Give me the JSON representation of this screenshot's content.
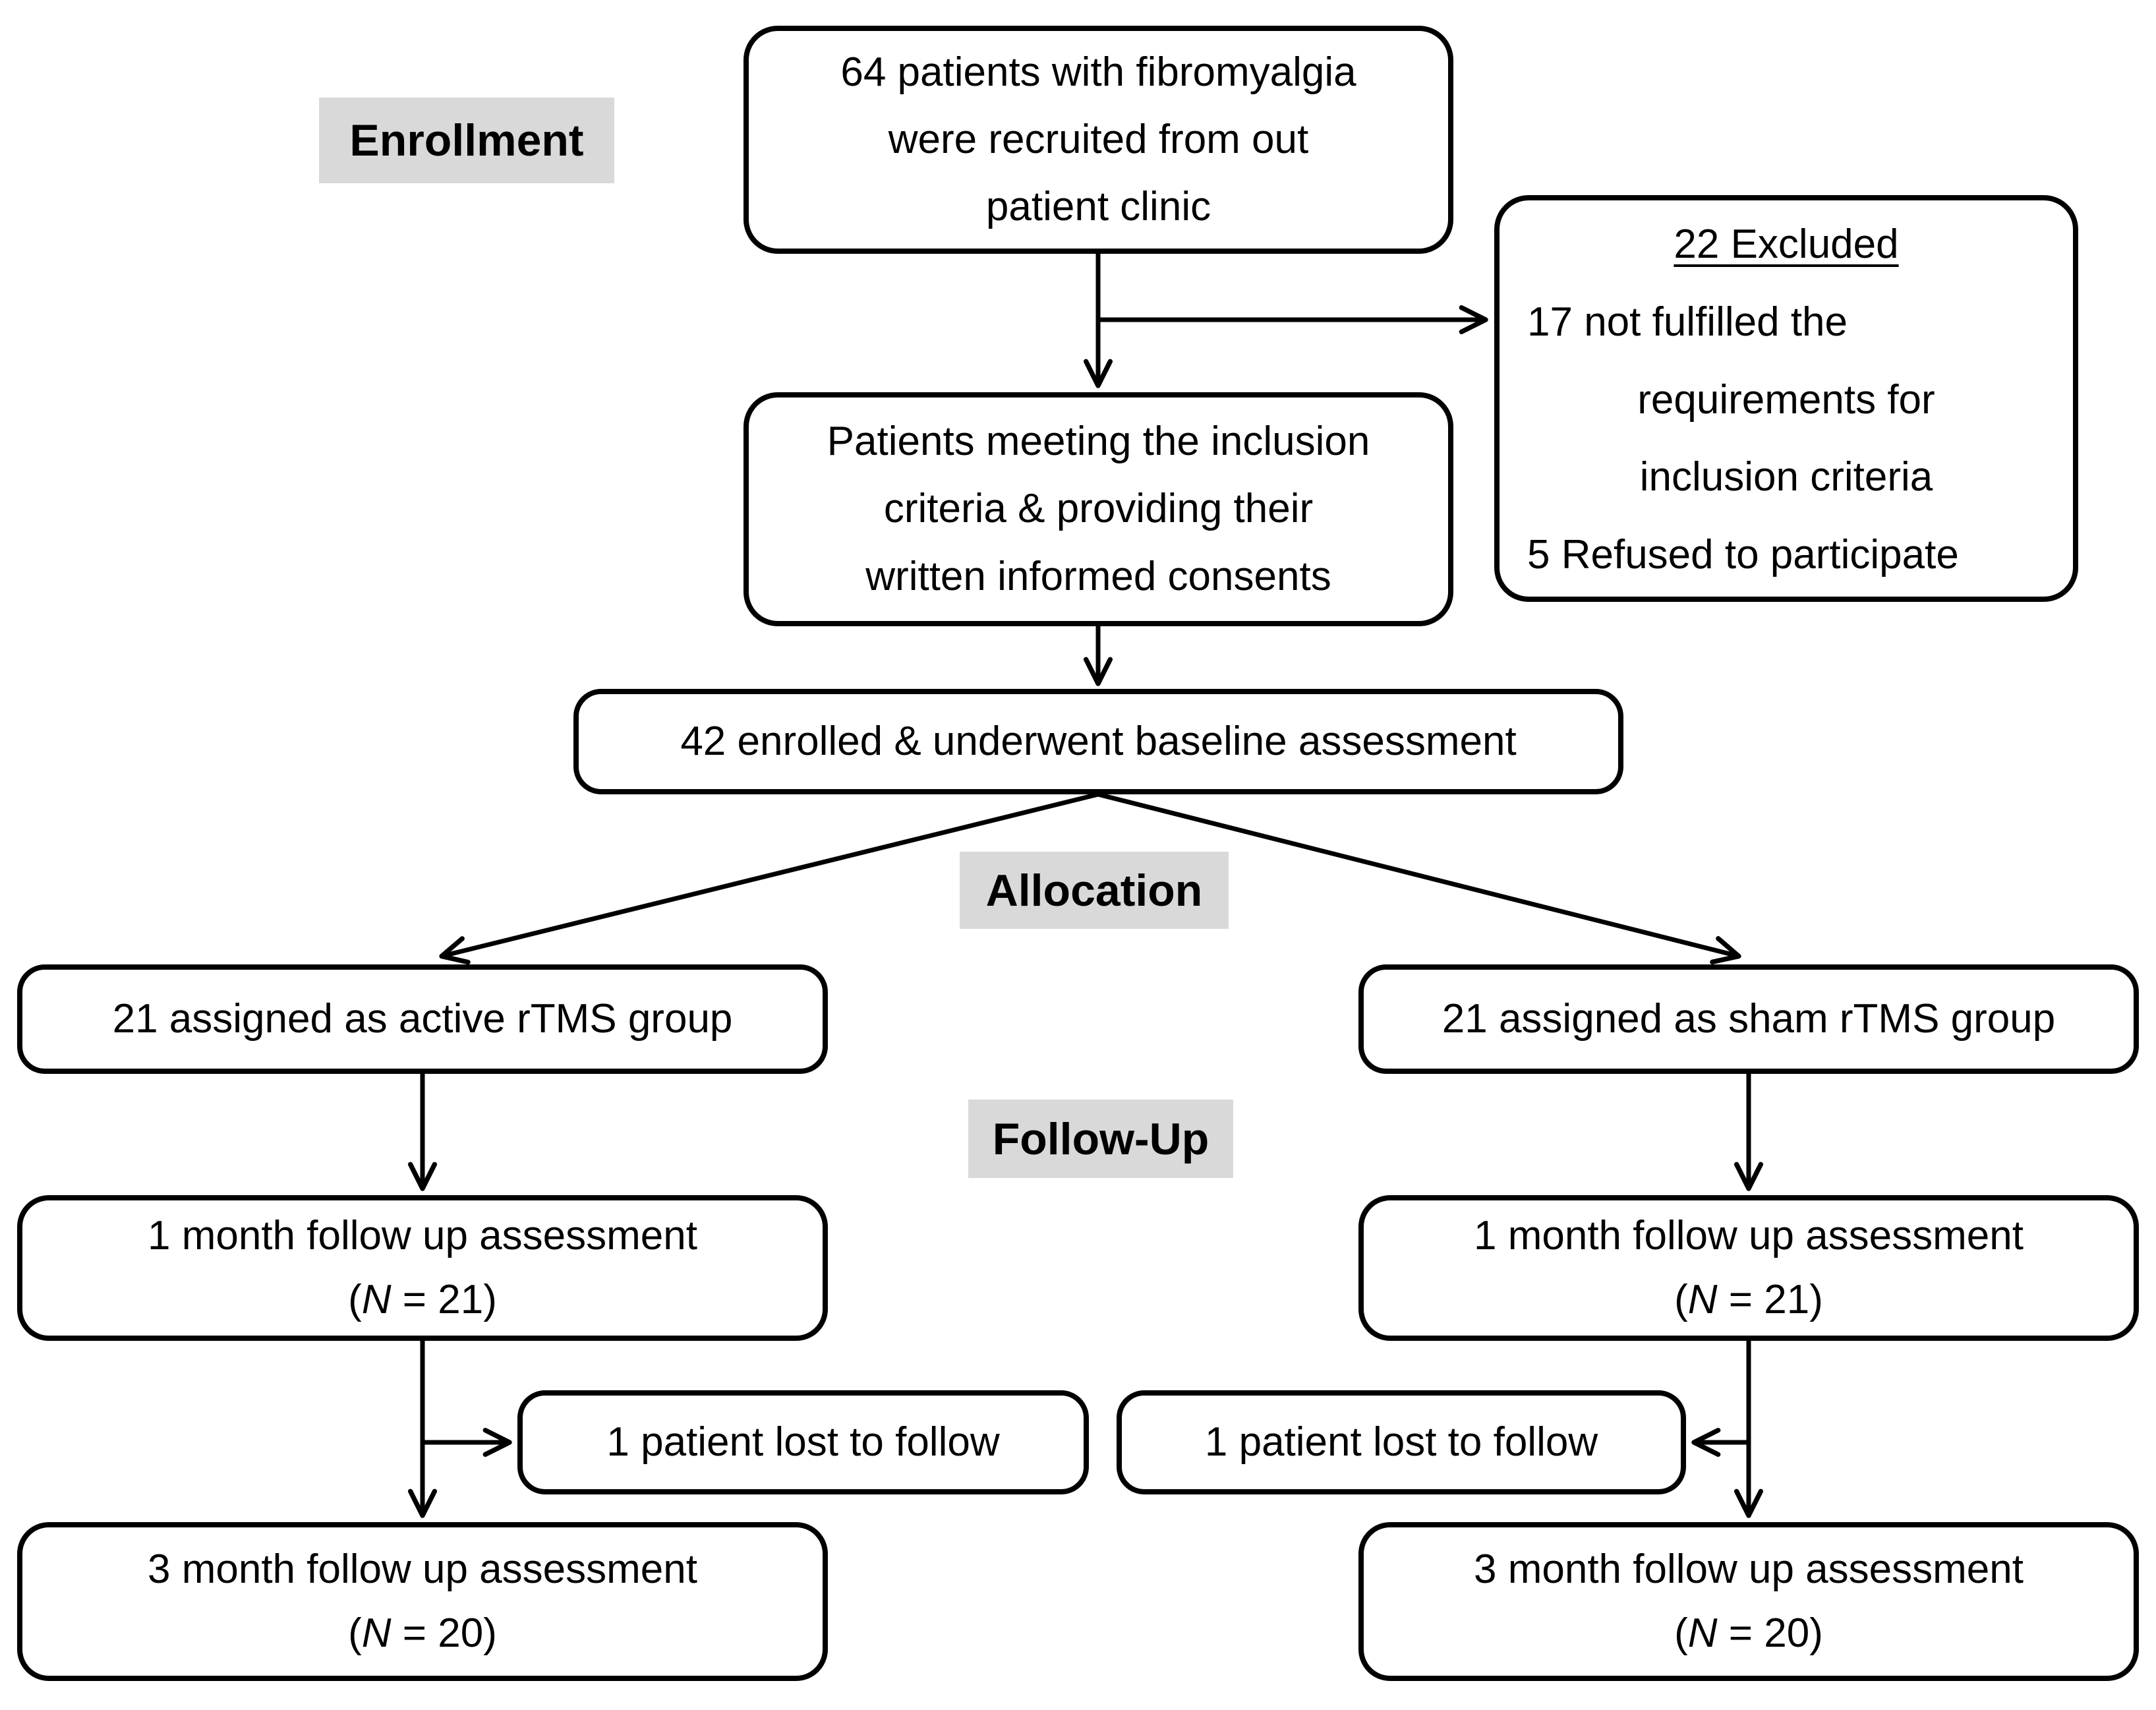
{
  "stage_labels": {
    "enrollment": "Enrollment",
    "allocation": "Allocation",
    "follow_up": "Follow-Up"
  },
  "boxes": {
    "recruited": {
      "lines": [
        "64 patients with fibromyalgia",
        "were recruited from out",
        "patient clinic"
      ]
    },
    "excluded": {
      "title": "22 Excluded",
      "reason1_lines": [
        "17 not fulfilled the",
        "requirements for",
        "inclusion criteria"
      ],
      "reason2": "5 Refused to participate"
    },
    "consent": {
      "lines": [
        "Patients meeting the inclusion",
        "criteria & providing their",
        "written informed consents"
      ]
    },
    "baseline": {
      "text": "42 enrolled & underwent baseline assessment"
    },
    "active_group": {
      "text": "21 assigned as active rTMS group"
    },
    "sham_group": {
      "text": "21 assigned as sham rTMS group"
    },
    "month1_active": {
      "line1": "1 month follow up assessment",
      "n_pre": "(",
      "n_var": "N",
      "n_post": " = 21)"
    },
    "month1_sham": {
      "line1": "1 month follow up assessment",
      "n_pre": "(",
      "n_var": "N",
      "n_post": " = 21)"
    },
    "lost_active": {
      "text": "1 patient lost to follow"
    },
    "lost_sham": {
      "text": "1 patient lost to follow"
    },
    "month3_active": {
      "line1": "3 month follow up assessment",
      "n_pre": "(",
      "n_var": "N",
      "n_post": " = 20)"
    },
    "month3_sham": {
      "line1": "3 month follow up assessment",
      "n_pre": "(",
      "n_var": "N",
      "n_post": " = 20)"
    }
  },
  "colors": {
    "label_bg": "#d9d9d9",
    "line": "#000000",
    "box_border": "#000000",
    "box_bg": "#ffffff"
  }
}
